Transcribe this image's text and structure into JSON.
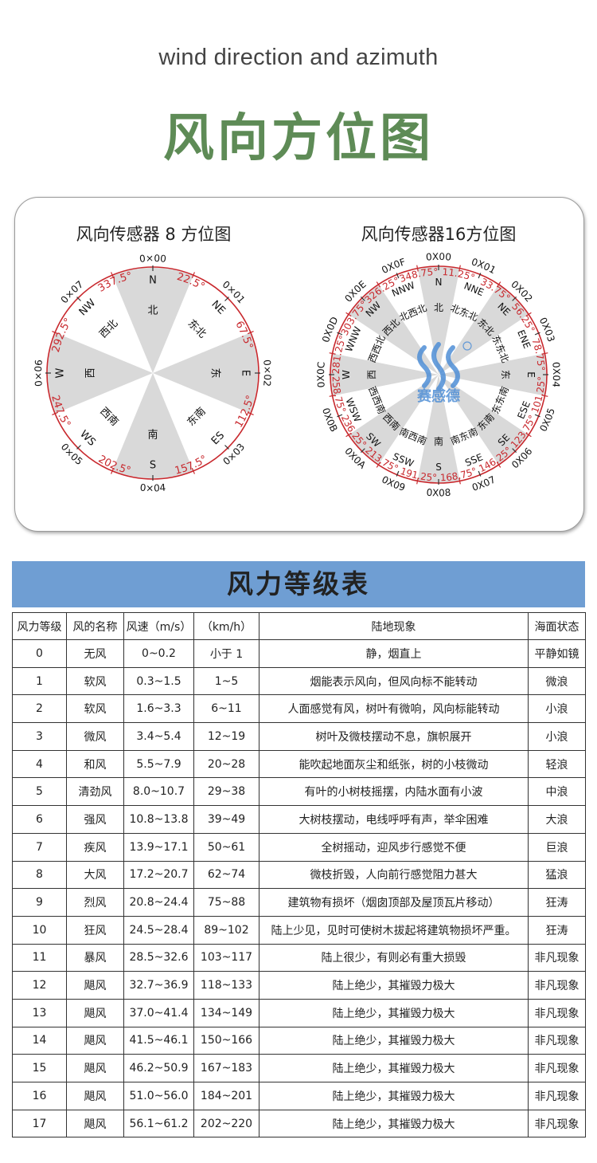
{
  "header": {
    "subtitle": "wind direction and azimuth",
    "title": "风向方位图"
  },
  "dial8": {
    "title": "风向传感器 8 方位图",
    "codes": [
      "0×00",
      "0×01",
      "0×02",
      "0×03",
      "0×04",
      "0×05",
      "0×06",
      "0×07"
    ],
    "dirs": [
      "N",
      "NE",
      "E",
      "ES",
      "S",
      "WS",
      "W",
      "NW"
    ],
    "names": [
      "北",
      "东北",
      "东",
      "东南",
      "南",
      "西南",
      "西",
      "西北"
    ],
    "angles": [
      "22.5°",
      "67.5°",
      "112.5°",
      "157.5°",
      "202.5°",
      "247.5°",
      "292.5°",
      "337.5°"
    ]
  },
  "dial16": {
    "title": "风向传感器16方位图",
    "codes": [
      "0X00",
      "0X01",
      "0X02",
      "0X03",
      "0X04",
      "0X05",
      "0X06",
      "0X07",
      "0X08",
      "0X09",
      "0X0A",
      "0X0B",
      "0X0C",
      "0X0D",
      "0X0E",
      "0X0F"
    ],
    "dirs": [
      "N",
      "NNE",
      "NE",
      "ENE",
      "E",
      "ESE",
      "SE",
      "SSE",
      "S",
      "SSW",
      "SW",
      "WSW",
      "W",
      "WNW",
      "NW",
      "NNW"
    ],
    "names": [
      "北",
      "北东北",
      "东北",
      "东东北",
      "东",
      "东东南",
      "东南",
      "南东南",
      "南",
      "南西南",
      "西南",
      "西西南",
      "西",
      "西西北",
      "西北",
      "北西北"
    ],
    "angles": [
      "11.25°",
      "33.75°",
      "56.25°",
      "78.75°",
      "101.25°",
      "123.75°",
      "146.25°",
      "168.75°",
      "191.25°",
      "213.75°",
      "236.25°",
      "258.75°",
      "281.25°",
      "303.75°",
      "326.25°",
      "348.75°"
    ],
    "logo_text": "赛感德"
  },
  "table": {
    "banner": "风力等级表",
    "headers": [
      "风力等级",
      "风的名称",
      "风速（m/s）",
      "（km/h）",
      "陆地现象",
      "海面状态"
    ],
    "rows": [
      [
        "0",
        "无风",
        "0~0.2",
        "小于 1",
        "静，烟直上",
        "平静如镜"
      ],
      [
        "1",
        "软风",
        "0.3~1.5",
        "1~5",
        "烟能表示风向，但风向标不能转动",
        "微浪"
      ],
      [
        "2",
        "软风",
        "1.6~3.3",
        "6~11",
        "人面感觉有风，树叶有微响，风向标能转动",
        "小浪"
      ],
      [
        "3",
        "微风",
        "3.4~5.4",
        "12~19",
        "树叶及微枝摆动不息，旗帜展开",
        "小浪"
      ],
      [
        "4",
        "和风",
        "5.5~7.9",
        "20~28",
        "能吹起地面灰尘和纸张，树的小枝微动",
        "轻浪"
      ],
      [
        "5",
        "清劲风",
        "8.0~10.7",
        "29~38",
        "有叶的小树枝摇摆，内陆水面有小波",
        "中浪"
      ],
      [
        "6",
        "强风",
        "10.8~13.8",
        "39~49",
        "大树枝摆动，电线呼呼有声，举伞困难",
        "大浪"
      ],
      [
        "7",
        "疾风",
        "13.9~17.1",
        "50~61",
        "全树摇动，迎风步行感觉不便",
        "巨浪"
      ],
      [
        "8",
        "大风",
        "17.2~20.7",
        "62~74",
        "微枝折毁，人向前行感觉阻力甚大",
        "猛浪"
      ],
      [
        "9",
        "烈风",
        "20.8~24.4",
        "75~88",
        "建筑物有损坏（烟囱顶部及屋顶瓦片移动）",
        "狂涛"
      ],
      [
        "10",
        "狂风",
        "24.5~28.4",
        "89~102",
        "陆上少见，见时可使树木拔起将建筑物损坏严重。",
        "狂涛"
      ],
      [
        "11",
        "暴风",
        "28.5~32.6",
        "103~117",
        "陆上很少，有则必有重大损毁",
        "非凡现象"
      ],
      [
        "12",
        "飓风",
        "32.7~36.9",
        "118~133",
        "陆上绝少，其摧毁力极大",
        "非凡现象"
      ],
      [
        "13",
        "飓风",
        "37.0~41.4",
        "134~149",
        "陆上绝少，其摧毁力极大",
        "非凡现象"
      ],
      [
        "14",
        "飓风",
        "41.5~46.1",
        "150~166",
        "陆上绝少，其摧毁力极大",
        "非凡现象"
      ],
      [
        "15",
        "飓风",
        "46.2~50.9",
        "167~183",
        "陆上绝少，其摧毁力极大",
        "非凡现象"
      ],
      [
        "16",
        "飓风",
        "51.0~56.0",
        "184~201",
        "陆上绝少，其摧毁力极大",
        "非凡现象"
      ],
      [
        "17",
        "飓风",
        "56.1~61.2",
        "202~220",
        "陆上绝少，其摧毁力极大",
        "非凡现象"
      ]
    ]
  },
  "colors": {
    "title_green": "#5e8b56",
    "banner_blue": "#6f9ed3",
    "ring_red": "#c8282d",
    "sector_gray": "#d9d9d9"
  }
}
